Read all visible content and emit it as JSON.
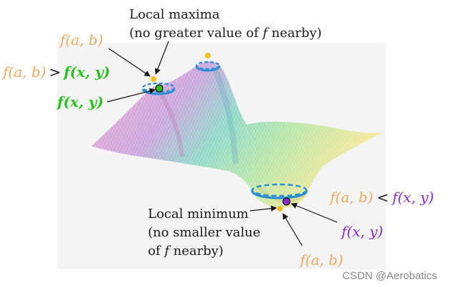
{
  "colors": {
    "fab_orange": "#f5a85a",
    "fxy_green": "#27c21e",
    "fxy_purple": "#8a2bd6",
    "ring_blue": "#2b8fd6",
    "point_yellow": "#f5c21c",
    "text_dark": "#1a1a1a"
  },
  "max_label": {
    "line1": "Local maxima",
    "line2_pre": "(no greater value of ",
    "line2_f": "f",
    "line2_post": " nearby)"
  },
  "min_label": {
    "line1": "Local minimum",
    "line2": "(no smaller value",
    "line3_pre": "of ",
    "line3_f": "f",
    "line3_post": " nearby)"
  },
  "math": {
    "fab_top": "f(a, b)",
    "fab_left": "f(a, b)",
    "gt": ">",
    "fxy_gt": "f(x, y)",
    "fxy_green": "f(x, y)",
    "fab_right": "f(a, b)",
    "lt": "<",
    "fxy_lt": "f(x, y)",
    "fxy_purple": "f(x, y)",
    "fab_bottom": "f(a, b)"
  },
  "watermark": "CSDN @Aerobatics"
}
